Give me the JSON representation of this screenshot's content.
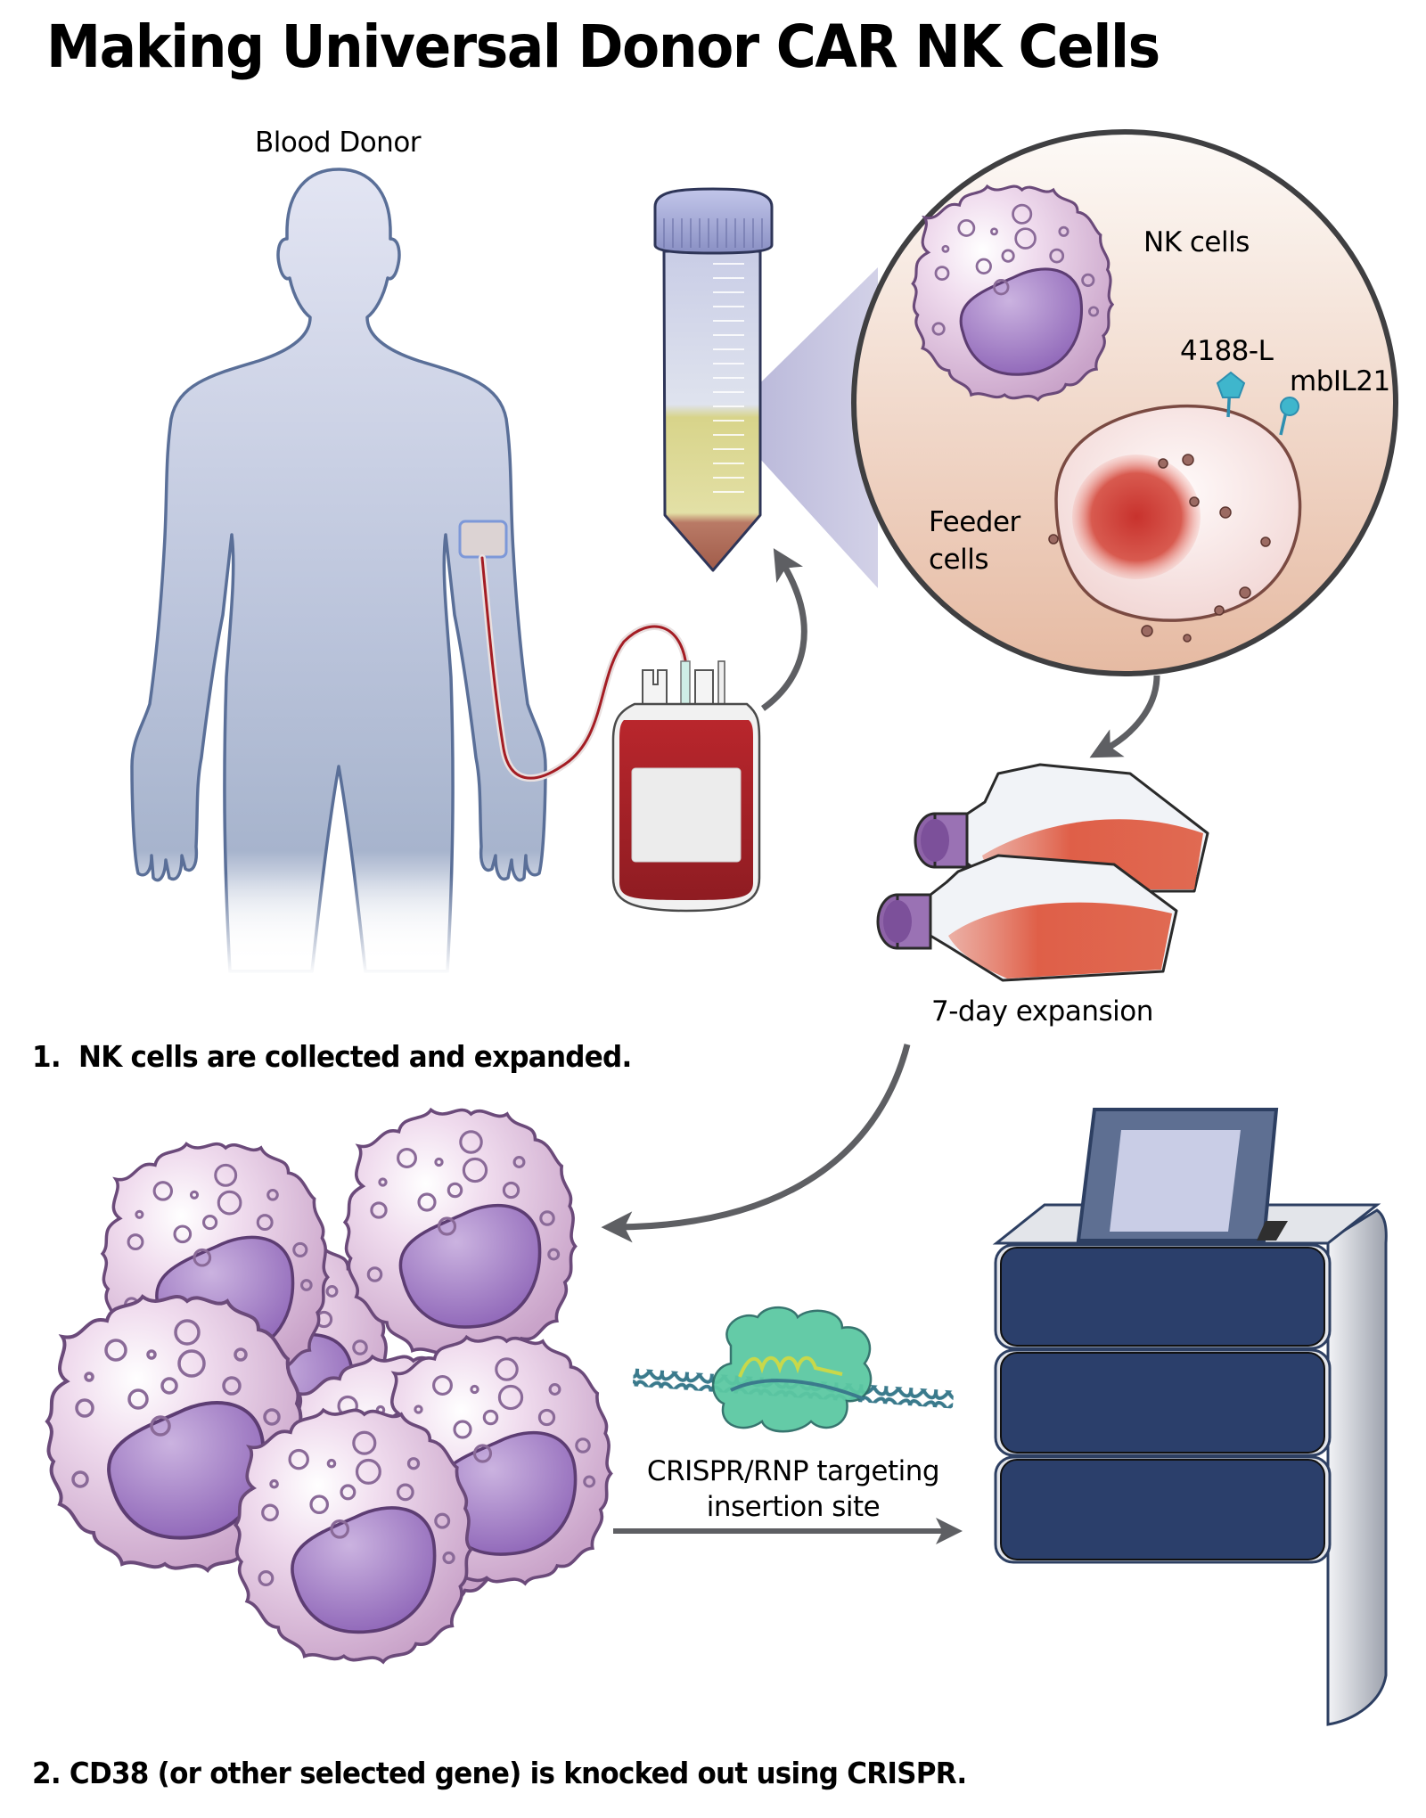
{
  "title": "Making Universal Donor CAR NK Cells",
  "labels": {
    "blood_donor": "Blood Donor",
    "nk_cells": "NK cells",
    "ligand_4188": "4188-L",
    "mbil21": "mbIL21",
    "feeder_line1": "Feeder",
    "feeder_line2": "cells",
    "expansion": "7-day expansion",
    "crispr_line1": "CRISPR/RNP targeting",
    "crispr_line2": "insertion site"
  },
  "steps": [
    {
      "number": "1.",
      "text": "NK cells are collected and expanded."
    },
    {
      "number": "2.",
      "text": "CD38 (or other selected gene) is knocked out using CRISPR."
    }
  ],
  "icons": {
    "donor": "human-silhouette-icon",
    "tube": "centrifuge-tube-icon",
    "bag": "blood-bag-icon",
    "magnified": "magnified-cells-circle",
    "flasks": "culture-flask-icon",
    "cluster": "nk-cell-cluster",
    "crispr": "crispr-rnp-complex-icon",
    "machine": "electroporation-device-icon"
  },
  "colors": {
    "body_fill_top": "#e1e3f2",
    "body_fill_bottom": "#a4b2cc",
    "body_stroke": "#5a6f98",
    "nk_membrane": "#e8cfe6",
    "nk_stroke": "#6b4a7a",
    "nk_nucleus": "#9a74c0",
    "circle_bg_top": "#fbf6f2",
    "circle_bg_bottom": "#e8bfa9",
    "feeder_nucleus": "#c8413a",
    "receptor": "#3fb6cc",
    "crispr_protein": "#5cc9a3",
    "dna": "#3a7a8c",
    "guide_rna": "#c8d84a",
    "machine_front": "#2b3f6b",
    "machine_body": "#d9dce3",
    "arrow": "#5e5f63",
    "flask_media": "#e0604a",
    "flask_cap": "#8e63a8"
  }
}
